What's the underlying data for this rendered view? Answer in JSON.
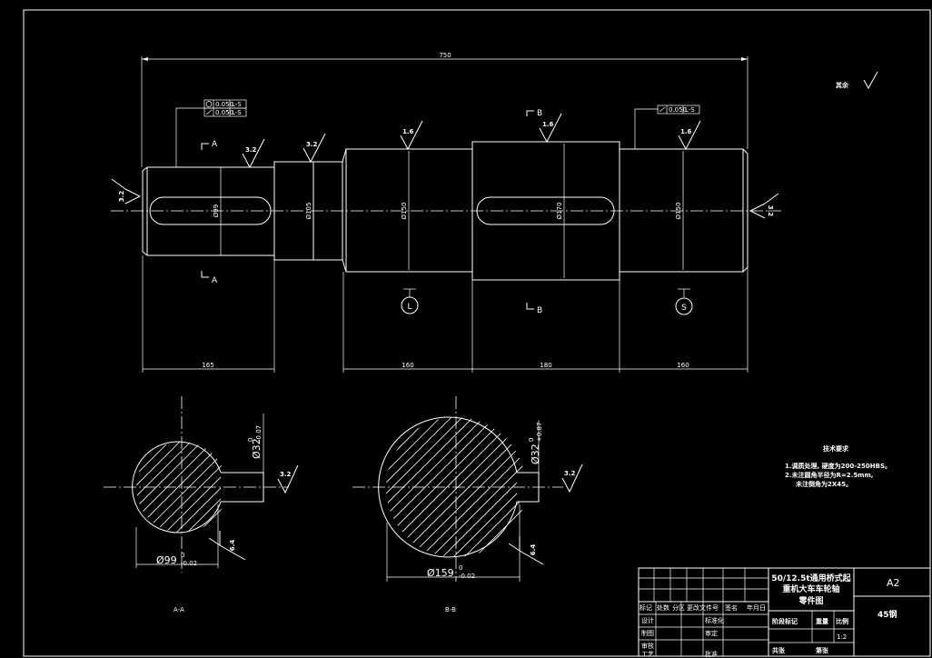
{
  "colors": {
    "background": "#000000",
    "line": "#ffffff"
  },
  "dimensions": {
    "overall_length": "750",
    "seg1_length": "165",
    "seg2_length": "160",
    "seg3_length": "180",
    "seg4_length": "160"
  },
  "diameter_labels": {
    "d1": "Ø99",
    "d2": "Ø105",
    "d3": "Ø150",
    "d4": "Ø170",
    "d5": "Ø150"
  },
  "section_labels": {
    "a_top": "A",
    "a_bottom": "A",
    "b_top": "B",
    "b_bottom": "B",
    "view_a": "A-A",
    "view_b": "B-B"
  },
  "roughness": {
    "r1": "3.2",
    "r2": "3.2",
    "r3": "1.6",
    "r4": "1.6",
    "r5": "1.6",
    "r_left": "3.2",
    "r_right": "3.2",
    "r_other": "其余",
    "r_sec1": "3.2",
    "r_sec1_b": "6.4",
    "r_sec2": "3.2",
    "r_sec2_b": "6.4"
  },
  "tolerance_frames": {
    "left_row1_value": "0.050",
    "left_row1_datum": "L-S",
    "left_row2_value": "0.050",
    "left_row2_datum": "L-S",
    "right_value": "0.050",
    "right_datum": "L-S"
  },
  "datum_symbols": {
    "left": "L",
    "right": "S"
  },
  "section_dims": {
    "a_width_main": "Ø99",
    "a_width_upper": "0",
    "a_width_lower": "-0.02",
    "a_key_main": "Ø32",
    "a_key_upper": "0",
    "a_key_lower": "-0.07",
    "b_width_main": "Ø159",
    "b_width_upper": "0",
    "b_width_lower": "-0.02",
    "b_key_main": "Ø32",
    "b_key_upper": "0",
    "b_key_lower": "+0.87"
  },
  "tech_requirements": {
    "title": "技术要求",
    "line1": "1.调质处理, 硬度为200-250HBS。",
    "line2": "2.未注圆角半径为R=2.5mm,",
    "line3": "未注倒角为2X45。"
  },
  "title_block": {
    "drawing_title_1": "50/12.5t通用桥式起",
    "drawing_title_2": "重机大车车轮轴",
    "drawing_title_3": "零件图",
    "size": "A2",
    "material": "45钢",
    "scale_value": "1:2",
    "h_mark": "标记",
    "h_count": "处数",
    "h_zone": "分区",
    "h_docno": "更改文件号",
    "h_sign": "签名",
    "h_date": "年月日",
    "r_design": "设计",
    "r_draw": "制图",
    "r_check": "审核",
    "r_process": "工艺",
    "r_standard": "标准化",
    "r_review": "审定",
    "r_approve": "批准",
    "stage_mark": "阶段标记",
    "weight": "重量",
    "scale": "比例",
    "sheets_total": "共张",
    "sheet_no": "第张"
  }
}
